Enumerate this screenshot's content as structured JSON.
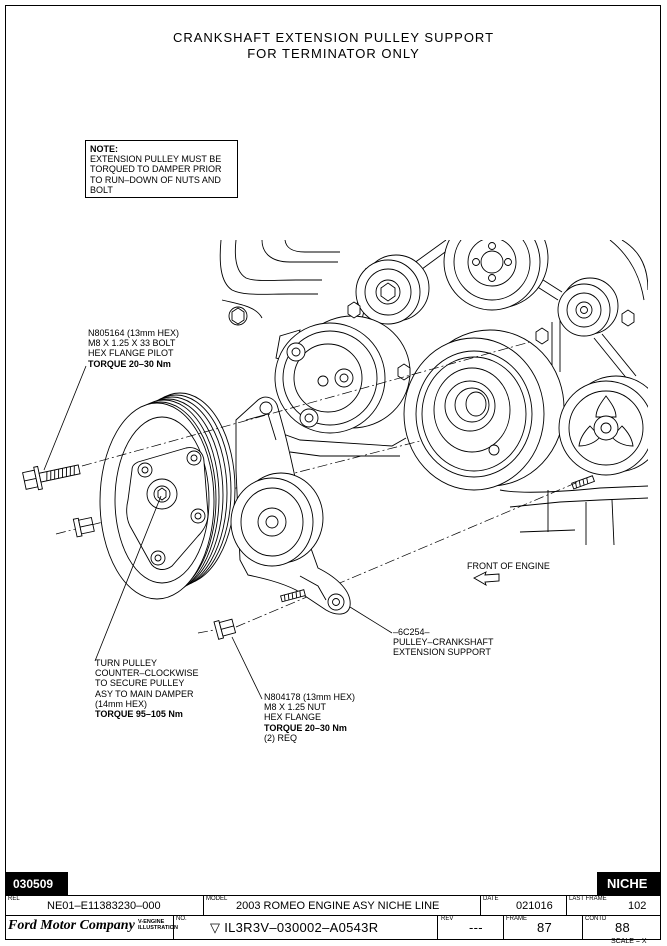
{
  "title": {
    "line1": "CRANKSHAFT EXTENSION PULLEY SUPPORT",
    "line2": "FOR TERMINATOR ONLY"
  },
  "note": {
    "heading": "NOTE:",
    "lines": [
      "EXTENSION PULLEY MUST BE",
      "TORQUED TO DAMPER PRIOR",
      "TO RUN–DOWN OF NUTS AND",
      "BOLT"
    ]
  },
  "callouts": {
    "bolt": {
      "lines": [
        "N805164 (13mm HEX)",
        "M8 X 1.25 X 33 BOLT",
        "HEX FLANGE PILOT"
      ],
      "torque": "TORQUE 20–30 Nm"
    },
    "pulley": {
      "lines": [
        "TURN PULLEY",
        "COUNTER–CLOCKWISE",
        "TO SECURE PULLEY",
        "ASY TO MAIN DAMPER",
        "(14mm HEX)"
      ],
      "torque": "TORQUE 95–105 Nm"
    },
    "nut": {
      "lines": [
        "N804178 (13mm HEX)",
        "M8 X 1.25 NUT",
        "HEX FLANGE"
      ],
      "torque": "TORQUE 20–30 Nm",
      "quantity": "(2) REQ"
    },
    "support": {
      "lines": [
        "–6C254–",
        "PULLEY–CRANKSHAFT",
        "EXTENSION SUPPORT"
      ]
    },
    "front_of_engine": "FRONT OF ENGINE"
  },
  "title_block": {
    "sheet_code": "030509",
    "program": "NICHE",
    "rel": {
      "label": "REL",
      "value": "NE01–E11383230–000"
    },
    "model": {
      "label": "MODEL",
      "value": "2003 ROMEO ENGINE ASY NICHE LINE"
    },
    "date": {
      "label": "DATE",
      "value": "021016"
    },
    "last_frame": {
      "label": "LAST FRAME",
      "value": "102"
    },
    "company": "Ford Motor Company",
    "department": [
      "V-ENGINE",
      "ILLUSTRATION"
    ],
    "number": {
      "label": "NO.",
      "value": "▽ IL3R3V–030002–A0543R"
    },
    "rev": {
      "label": "REV",
      "value": "---"
    },
    "frame": {
      "label": "FRAME",
      "value": "87"
    },
    "contd": {
      "label": "CONTD",
      "value": "88"
    },
    "scale": "SCALE = X"
  },
  "icons": {
    "front_arrow": "arrow-left-icon"
  },
  "colors": {
    "ink": "#000000",
    "paper": "#ffffff",
    "title_block_fill": "#000000"
  }
}
